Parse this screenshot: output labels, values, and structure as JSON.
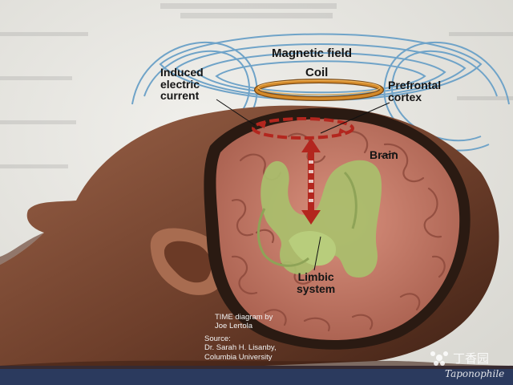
{
  "labels": {
    "magnetic_field": "Magnetic field",
    "coil": "Coil",
    "induced_current": [
      "Induced",
      "electric",
      "current"
    ],
    "prefrontal_cortex": [
      "Prefrontal",
      "cortex"
    ],
    "brain": "Brain",
    "limbic_system": [
      "Limbic",
      "system"
    ]
  },
  "credits": {
    "diagram": [
      "TIME diagram by",
      "Joe Lertola"
    ],
    "source": [
      "Source:",
      "Dr. Sarah H. Lisanby,",
      "Columbia University"
    ]
  },
  "watermark": {
    "cn": "丁香园",
    "en": "Taponophile"
  },
  "colors": {
    "page": "#e9e8e3",
    "field_lines": "#6fa3c8",
    "coil": "#d48a2a",
    "current": "#b3261e",
    "skin": "#7a4a34",
    "brain": "#c98070",
    "limbic": "#a9bf6c",
    "bottom_bar": "#2b3a5e"
  }
}
